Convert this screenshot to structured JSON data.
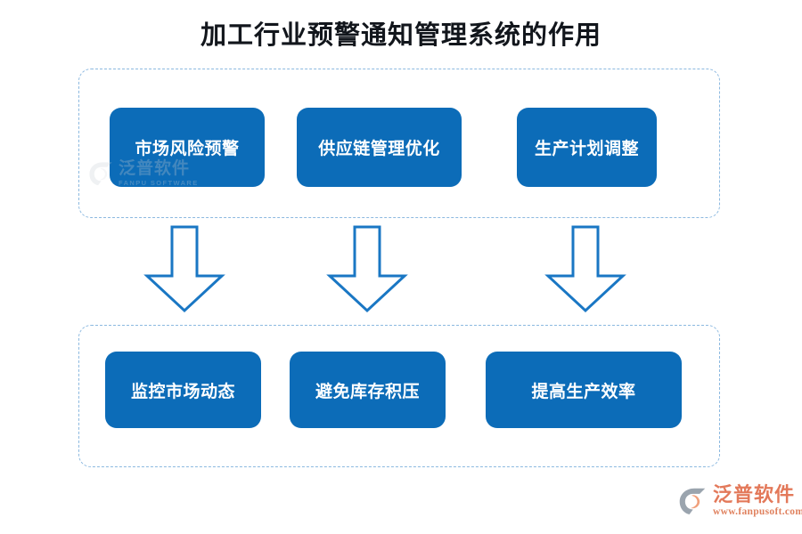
{
  "page": {
    "title": "加工行业预警通知管理系统的作用",
    "background_color": "#ffffff",
    "accent_color": "#0c6cb8",
    "dashed_border_color": "#8cb9e0",
    "arrow_color": "#1a77c4",
    "title_color": "#12161c"
  },
  "diagram": {
    "type": "flow",
    "groups": [
      {
        "id": "top",
        "name": "causes-group",
        "nodes": [
          {
            "label": "市场风险预警"
          },
          {
            "label": "供应链管理优化"
          },
          {
            "label": "生产计划调整"
          }
        ]
      },
      {
        "id": "bottom",
        "name": "outcomes-group",
        "nodes": [
          {
            "label": "监控市场动态"
          },
          {
            "label": "避免库存积压"
          },
          {
            "label": "提高生产效率"
          }
        ]
      }
    ],
    "connectors": [
      {
        "icon": "down-arrow-icon",
        "from": "市场风险预警",
        "to": "监控市场动态"
      },
      {
        "icon": "down-arrow-icon",
        "from": "供应链管理优化",
        "to": "避免库存积压"
      },
      {
        "icon": "down-arrow-icon",
        "from": "生产计划调整",
        "to": "提高生产效率"
      }
    ]
  },
  "watermark": {
    "icon": "fanpu-logo-icon",
    "name_cn": "泛普软件",
    "name_en": "FANPU SOFTWARE"
  },
  "logo": {
    "icon": "fanpu-logo-icon",
    "name_cn": "泛普软件",
    "url": "www.fanpusoft.com"
  }
}
